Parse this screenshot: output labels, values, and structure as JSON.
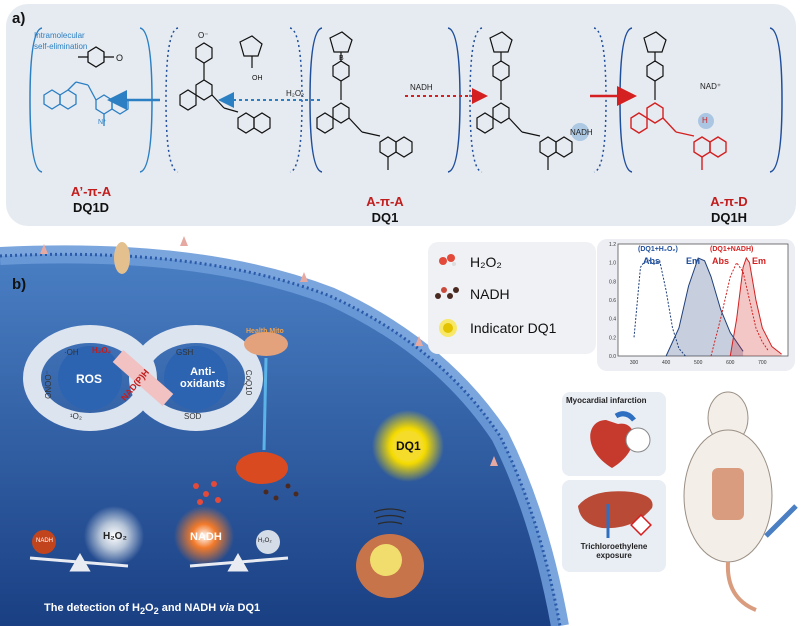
{
  "panel_a": {
    "label": "a)",
    "annotation_self_elim": [
      "Intramolecular",
      "self-elimination"
    ],
    "arrow_h2o2": "H₂O₂",
    "arrow_nadh": "NADH",
    "nadh_on_molecule": "NADH",
    "nad_plus": "NAD⁺",
    "h_label": "H",
    "compounds": [
      {
        "type": "A’-π-A",
        "name": "DQ1D",
        "type_color": "#c21d1d"
      },
      {
        "type": "A-π-A",
        "name": "DQ1",
        "type_color": "#c21d1d"
      },
      {
        "type": "A-π-D",
        "name": "DQ1H",
        "type_color": "#c21d1d"
      }
    ]
  },
  "panel_b": {
    "label": "b)",
    "legend": [
      {
        "icon": "h2o2-molecule-icon",
        "text": "H₂O₂"
      },
      {
        "icon": "nadh-molecule-icon",
        "text": "NADH"
      },
      {
        "icon": "indicator-sphere-icon",
        "text": "Indicator DQ1"
      }
    ],
    "ros_cycle": {
      "left_title": "ROS",
      "right_title": "Anti-\noxidants",
      "center": "NAD(P)H",
      "h2o2": "H₂O₂",
      "left_items": [
        "·OH",
        "ONOO⁻",
        "¹O₂"
      ],
      "right_items": [
        "GSH",
        "CoQ10",
        "SOD"
      ]
    },
    "mito_label": "Health Mito",
    "dq1_label": "DQ1",
    "scale_left": {
      "light": "NADH",
      "heavy": "H₂O₂"
    },
    "scale_right": {
      "heavy": "NADH",
      "light": "H₂O₂"
    },
    "footer": {
      "prefix": "The detection of H",
      "sub1": "2",
      "mid1": "O",
      "sub2": "2",
      "mid2": " and NADH ",
      "via": "via",
      "suffix": " DQ1"
    },
    "cards": [
      {
        "title": "Myocardial infarction"
      },
      {
        "title": "Trichloroethylene exposure"
      }
    ]
  },
  "chart_data": {
    "type": "line",
    "title": "",
    "xlabel": "",
    "ylabel": "",
    "xlim": [
      250,
      780
    ],
    "ylim": [
      0,
      1.2
    ],
    "x_ticks": [
      300,
      400,
      500,
      600,
      700
    ],
    "y_ticks": [
      0.0,
      0.2,
      0.4,
      0.6,
      0.8,
      1.0,
      1.2
    ],
    "annotations": {
      "group1": "(DQ1+H₂O₂)",
      "group1_abs": "Abs",
      "group1_em": "Em",
      "group2": "(DQ1+NADH)",
      "group2_abs": "Abs",
      "group2_em": "Em"
    },
    "colors": {
      "blue": "#1f4e9c",
      "red": "#d42020"
    },
    "series": [
      {
        "style": "dashed",
        "color": "#1f3f7a",
        "x": [
          300,
          320,
          340,
          360,
          380,
          400,
          420,
          440,
          460
        ],
        "y": [
          0.2,
          0.95,
          1.05,
          0.98,
          1.02,
          0.7,
          0.3,
          0.08,
          0.0
        ]
      },
      {
        "style": "solid",
        "color": "#1f3f7a",
        "x": [
          400,
          440,
          470,
          500,
          520,
          540,
          570,
          600,
          640
        ],
        "y": [
          0.0,
          0.3,
          0.75,
          1.05,
          1.02,
          0.85,
          0.5,
          0.25,
          0.05
        ]
      },
      {
        "style": "dashed",
        "color": "#d42020",
        "x": [
          540,
          570,
          600,
          620,
          640,
          660,
          680,
          700,
          720
        ],
        "y": [
          0.0,
          0.4,
          0.85,
          1.0,
          0.9,
          0.6,
          0.3,
          0.15,
          0.05
        ]
      },
      {
        "style": "solid",
        "color": "#d42020",
        "x": [
          600,
          620,
          640,
          650,
          660,
          680,
          700,
          730,
          760
        ],
        "y": [
          0.0,
          0.4,
          0.95,
          1.05,
          1.0,
          0.6,
          0.3,
          0.1,
          0.02
        ]
      }
    ]
  }
}
